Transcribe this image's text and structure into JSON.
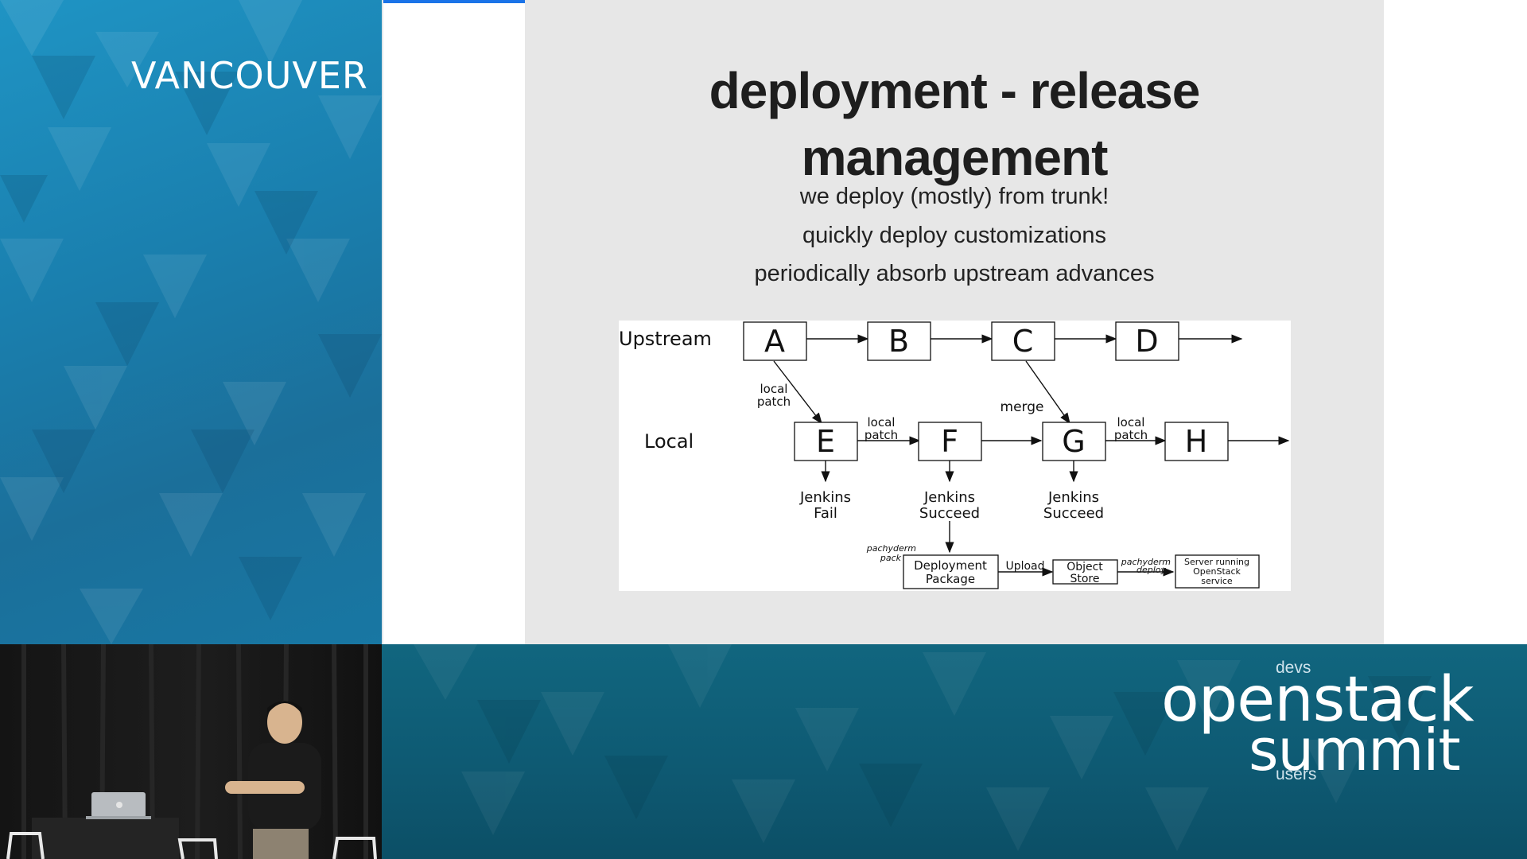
{
  "event": {
    "city": "VANCOUVER",
    "logo": {
      "devs": "devs",
      "openstack": "openstack",
      "summit": "summit",
      "users": "users"
    }
  },
  "slide": {
    "title_line1": "deployment - release",
    "title_line2": "management",
    "bullets": [
      "we deploy (mostly) from trunk!",
      "quickly deploy customizations",
      "periodically absorb upstream advances"
    ]
  },
  "diagram": {
    "rows": {
      "upstream": "Upstream",
      "local": "Local"
    },
    "nodes": {
      "A": "A",
      "B": "B",
      "C": "C",
      "D": "D",
      "E": "E",
      "F": "F",
      "G": "G",
      "H": "H"
    },
    "edge_labels": {
      "local_patch_a_line1": "local",
      "local_patch_a_line2": "patch",
      "local_patch_ef_line1": "local",
      "local_patch_ef_line2": "patch",
      "merge": "merge",
      "local_patch_gh_line1": "local",
      "local_patch_gh_line2": "patch",
      "upload": "Upload",
      "pachyderm_pack_line1": "pachyderm",
      "pachyderm_pack_line2": "pack",
      "pachyderm_deploy_line1": "pachyderm",
      "pachyderm_deploy_line2": "deploy"
    },
    "results": {
      "e_line1": "Jenkins",
      "e_line2": "Fail",
      "f_line1": "Jenkins",
      "f_line2": "Succeed",
      "g_line1": "Jenkins",
      "g_line2": "Succeed"
    },
    "pipeline": {
      "deployment_line1": "Deployment",
      "deployment_line2": "Package",
      "object_line1": "Object",
      "object_line2": "Store",
      "server_line1": "Server running",
      "server_line2": "OpenStack",
      "server_line3": "service"
    }
  }
}
